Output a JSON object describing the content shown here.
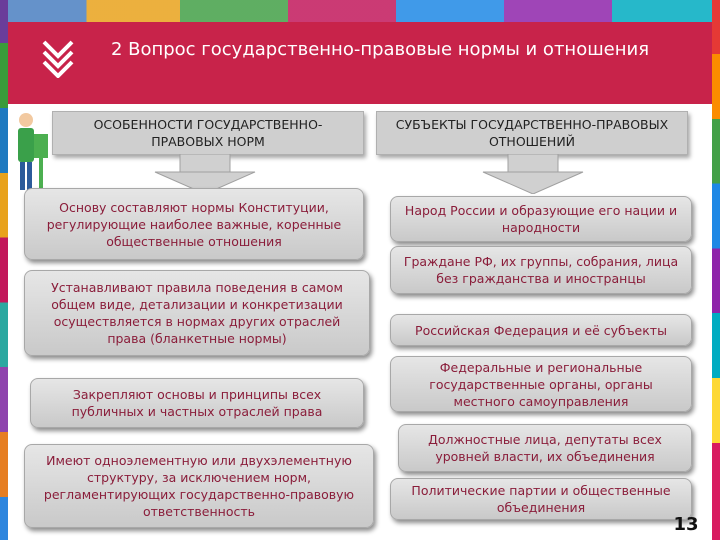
{
  "slide": {
    "title": "2 Вопрос государственно-правовые нормы и отношения",
    "page_number": "13"
  },
  "left_column": {
    "header": "ОСОБЕННОСТИ ГОСУДАРСТВЕННО-ПРАВОВЫХ НОРМ",
    "items": [
      "Основу составляют нормы Конституции, регулирующие наиболее важные, коренные общественные отношения",
      "Устанавливают правила поведения в самом общем виде, детализации и конкретизации осуществляется в нормах других отраслей права (бланкетные нормы)",
      "Закрепляют основы и принципы всех публичных и частных отраслей права",
      "Имеют одноэлементную или двухэлементную структуру, за исключением норм, регламентирующих государственно-правовую ответственность"
    ]
  },
  "right_column": {
    "header": "СУБЪЕКТЫ ГОСУДАРСТВЕННО-ПРАВОВЫХ ОТНОШЕНИЙ",
    "items": [
      "Народ России и образующие его нации и народности",
      "Граждане РФ, их группы, собрания, лица без гражданства и иностранцы",
      "Российская Федерация и её субъекты",
      "Федеральные и региональные государственные органы, органы местного самоуправления",
      "Должностные лица, депутаты всех уровней власти, их объединения",
      "Политические партии и общественные объединения"
    ]
  },
  "colors": {
    "header_bg": "#c8234a",
    "box_text": "#8a1d3a"
  }
}
